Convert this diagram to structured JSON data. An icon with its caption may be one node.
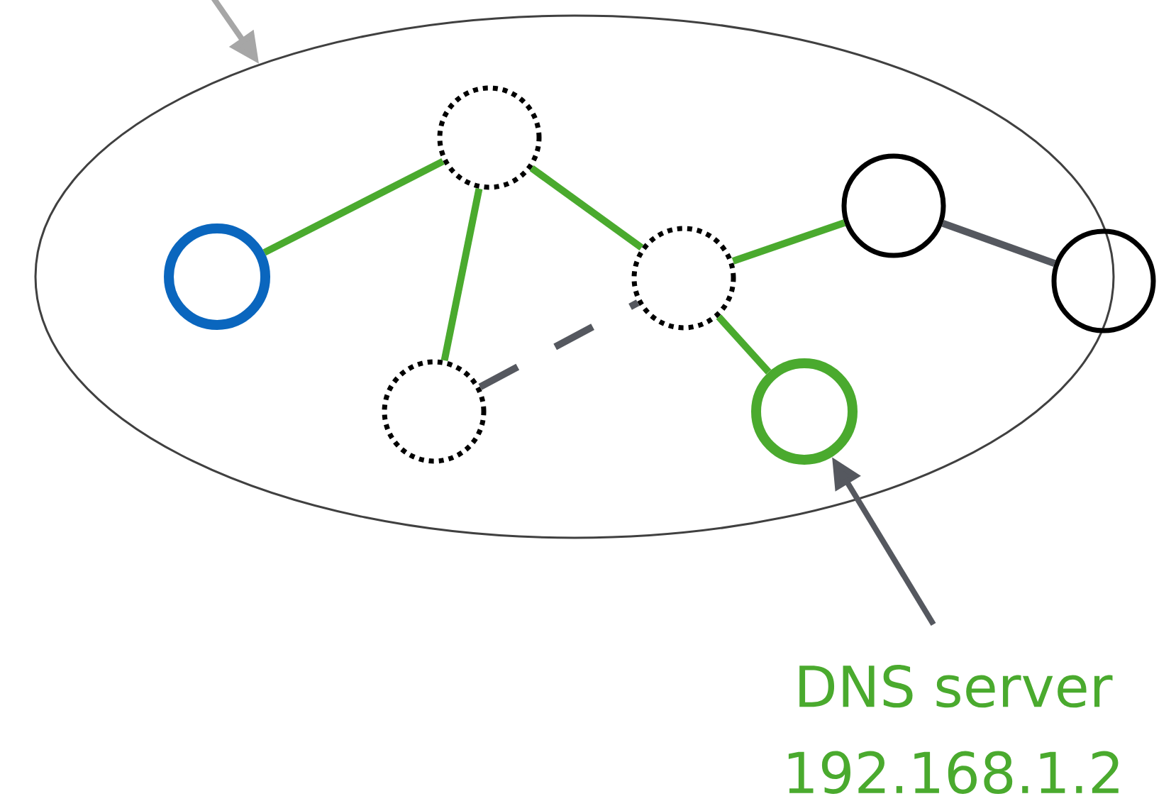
{
  "diagram": {
    "nodes": [
      {
        "text": [],
        "shape": "ellipse"
      },
      {
        "text": [],
        "shape": "circle",
        "in": 0
      },
      {
        "text": [],
        "shape": "circle",
        "in": 0
      },
      {
        "text": [],
        "shape": "circle",
        "in": 0
      },
      {
        "text": [],
        "shape": "circle",
        "in": 0
      },
      {
        "text": [],
        "shape": "circle",
        "in": 0
      },
      {
        "text": [],
        "shape": "circle",
        "in": 0
      },
      {
        "text": [],
        "shape": "circle"
      },
      {
        "text": [
          "DNS server",
          "192.168.1.2"
        ]
      }
    ],
    "edges": [
      {
        "from": null,
        "to": 0,
        "arrow": "to",
        "color": "#a6a6a6"
      },
      {
        "from": 1,
        "to": 2,
        "arrow": "none"
      },
      {
        "from": 2,
        "to": 4,
        "arrow": "none"
      },
      {
        "from": 2,
        "to": 3,
        "arrow": "none"
      },
      {
        "from": 3,
        "to": 6,
        "arrow": "none"
      },
      {
        "from": 3,
        "to": 5,
        "arrow": "none"
      },
      {
        "from": 4,
        "to": 3,
        "arrow": "none",
        "style": "dashed",
        "color": "#55585f"
      },
      {
        "from": 6,
        "to": 7,
        "arrow": "none",
        "color": "#55585f"
      },
      {
        "from": 8,
        "to": 5,
        "arrow": "to",
        "color": "#55585f"
      }
    ]
  }
}
